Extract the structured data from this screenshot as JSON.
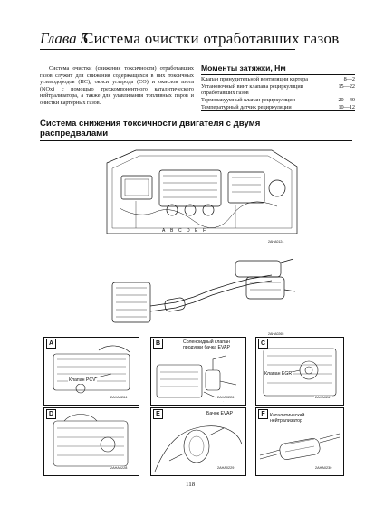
{
  "header": {
    "chapter": "Глава 5.",
    "title": "Система очистки отработавших газов"
  },
  "intro": "Система очистки (снижения токсичности) отработавших газов служит для снижения содержащихся в них токсичных углеводородов (HC), окиси углерода (CO) и окислов азота (NOx) с помощью трехкомпонентного каталитического нейтрализатора, а также для улавливания топливных паров и очистки картерных газов.",
  "torque": {
    "title": "Моменты затяжки, Нм",
    "rows": [
      {
        "label": "Клапан принудительной вентиляции картера",
        "value": "8—2"
      },
      {
        "label": "Установочный винт клапана рециркуляции отработавших газов",
        "value": "15—22"
      },
      {
        "label": "Термовакуумный клапан рециркуляции",
        "value": "20—40"
      },
      {
        "label": "Температурный датчик рециркуляции",
        "value": "10—12"
      }
    ]
  },
  "section_heading": "Система снижения токсичности двигателя с двумя распредвалами",
  "main_figure": {
    "labels": [
      "A",
      "B",
      "C",
      "D",
      "E",
      "F"
    ],
    "code_top": "2AHA0124",
    "code_bottom": "2AHA0265"
  },
  "panels": {
    "a": {
      "letter": "A",
      "callout": "Клапан PCV",
      "code": "2AHA0264"
    },
    "b": {
      "letter": "B",
      "callout": "Соленоидный клапан продувки бачка EVAP",
      "code": "2AHA0226"
    },
    "c": {
      "letter": "C",
      "callout": "Клапан EGR",
      "code": "2AHA0267"
    },
    "d": {
      "letter": "D",
      "code": "2AHA0228"
    },
    "e": {
      "letter": "E",
      "callout": "Бачок EVAP",
      "code": "2AHA0229"
    },
    "f": {
      "letter": "F",
      "callout": "Каталитический нейтрализатор",
      "code": "2AHA0230"
    }
  },
  "page_number": "118"
}
